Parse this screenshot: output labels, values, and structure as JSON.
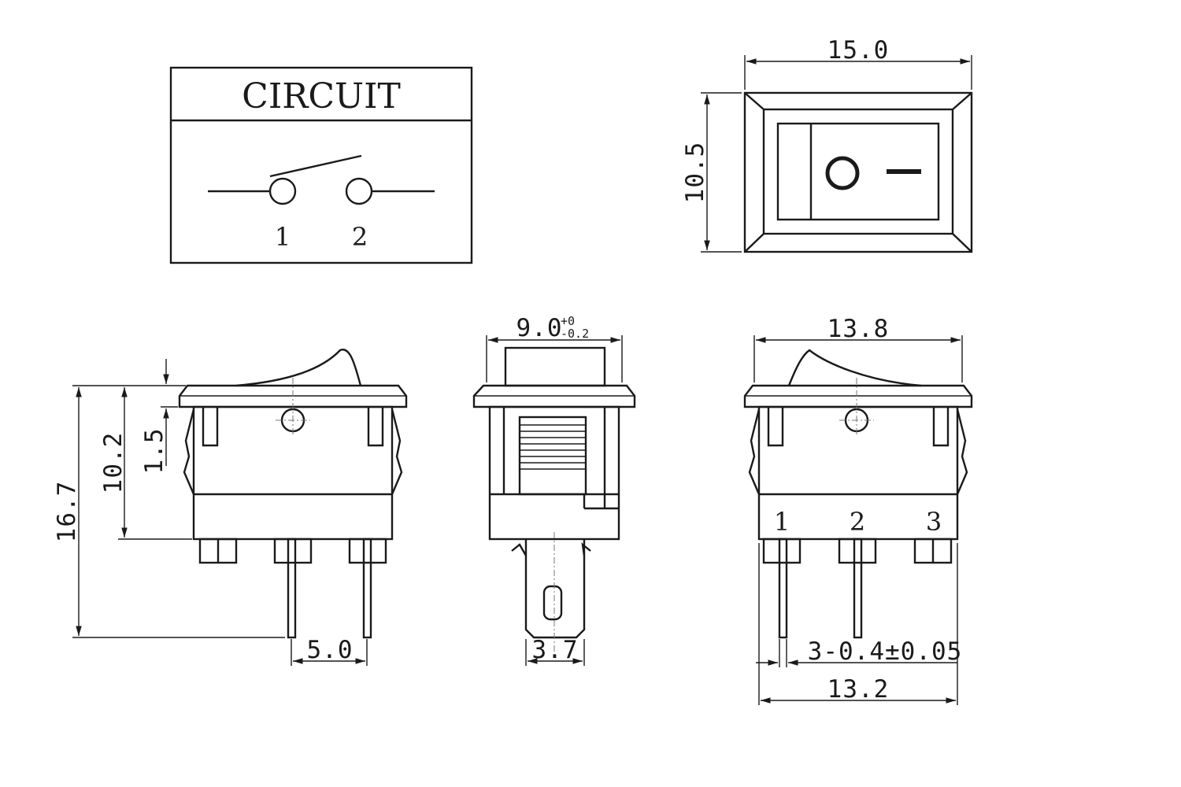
{
  "circuit": {
    "title": "CIRCUIT",
    "pin_labels": [
      "1",
      "2"
    ]
  },
  "front_view": {
    "width": "15.0",
    "height": "10.5",
    "on_symbol_name": "on-bar-icon",
    "off_symbol_name": "off-circle-icon"
  },
  "side_view_left": {
    "total_height": "16.7",
    "body_height": "10.2",
    "flange": "1.5",
    "pin_pitch": "5.0"
  },
  "end_view": {
    "width_main": "9.0",
    "tol_upper": "+0",
    "tol_lower": "-0.2",
    "pin_width": "3.7"
  },
  "side_view_right": {
    "top_width": "13.8",
    "bottom_width": "13.2",
    "pin_spec": "3-0.4±0.05",
    "pin_labels": [
      "1",
      "2",
      "3"
    ]
  }
}
